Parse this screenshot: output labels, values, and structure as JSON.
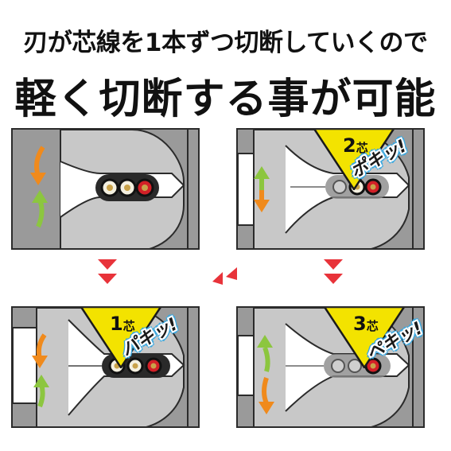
{
  "headline": {
    "line1": "刃が芯線を1本ずつ切断していくので",
    "line2": "軽く切断する事が可能"
  },
  "steps": [
    {
      "badge_number": "1",
      "badge_unit": "芯",
      "sound": "パキッ!"
    },
    {
      "badge_number": "2",
      "badge_unit": "芯",
      "sound": "ポキッ!"
    },
    {
      "badge_number": "3",
      "badge_unit": "芯",
      "sound": "ペキッ!"
    }
  ],
  "icons": {
    "motion": "curved-arrow-icon",
    "flow": "triangle-arrow-icon"
  },
  "colors": {
    "background": "#ffffff",
    "blade_gray": "#9a9a9a",
    "blade_light": "#c8c8c8",
    "badge_yellow": "#f3e300",
    "flow_red": "#e8333a",
    "sound_blue": "#3aa8e0",
    "arrow_orange": "#f08a1c",
    "arrow_green": "#8cc63f",
    "wire_red": "#d22027",
    "wire_dark": "#2a2a2a"
  }
}
